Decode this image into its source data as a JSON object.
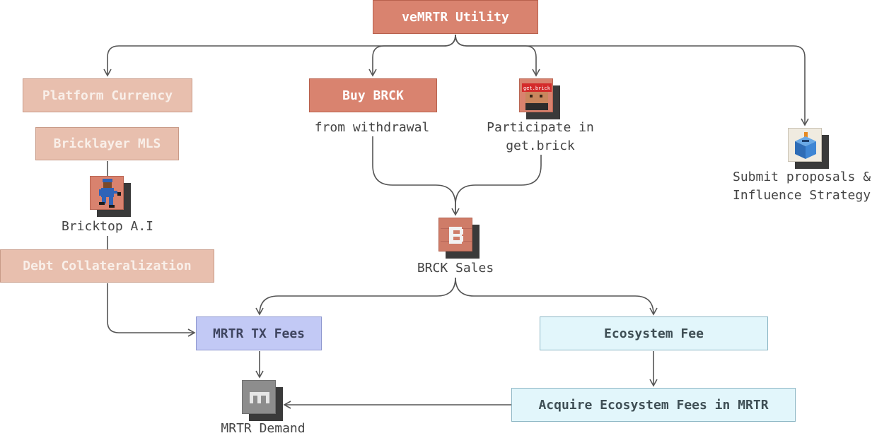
{
  "diagram": {
    "root": "veMRTR Utility",
    "platform_currency": "Platform Currency",
    "bricklayer_mls": "Bricklayer MLS",
    "bricktop_ai": "Bricktop A.I",
    "debt_collateralization": "Debt Collateralization",
    "buy_brck": "Buy BRCK",
    "from_withdrawal": "from withdrawal",
    "participate_line1": "Participate in",
    "participate_line2": "get.brick",
    "submit_line1": "Submit proposals &",
    "submit_line2": "Influence Strategy",
    "brck_sales": "BRCK Sales",
    "mrtr_tx_fees": "MRTR TX Fees",
    "ecosystem_fee": "Ecosystem Fee",
    "acquire_fees": "Acquire Ecosystem Fees in MRTR",
    "mrtr_demand": "MRTR Demand",
    "getbrick_tile_text": "get.brick"
  },
  "colors": {
    "dark_box": "#d9836f",
    "light_box": "#e8bfae",
    "blue_box": "#c2c9f5",
    "cyan_box": "#e2f6fb",
    "connector": "#555555",
    "tile_shadow": "#3a3a3a"
  },
  "icons": [
    "bricklayer-avatar-icon",
    "getbrick-avatar-icon",
    "ballot-box-icon",
    "brck-logo-icon",
    "mrtr-logo-icon"
  ]
}
